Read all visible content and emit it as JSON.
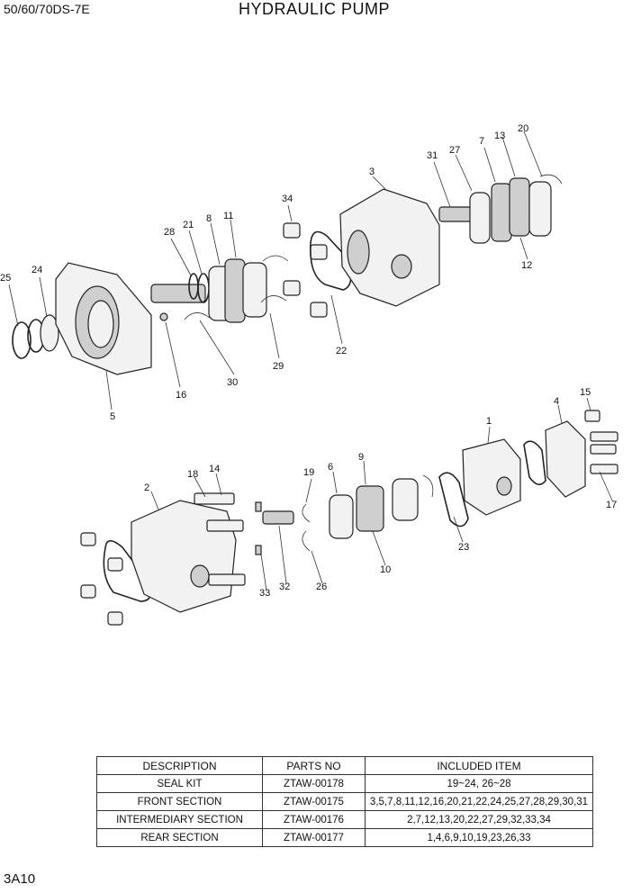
{
  "header": {
    "model": "50/60/70DS-7E",
    "title": "HYDRAULIC PUMP"
  },
  "page_number": "3A10",
  "callouts": [
    "1",
    "2",
    "3",
    "4",
    "5",
    "6",
    "7",
    "8",
    "9",
    "10",
    "11",
    "12",
    "13",
    "14",
    "15",
    "16",
    "17",
    "18",
    "19",
    "20",
    "21",
    "22",
    "23",
    "24",
    "25",
    "26",
    "27",
    "28",
    "29",
    "30",
    "31",
    "32",
    "33",
    "34"
  ],
  "table": {
    "headers": [
      "DESCRIPTION",
      "PARTS NO",
      "INCLUDED ITEM"
    ],
    "rows": [
      [
        "SEAL KIT",
        "ZTAW-00178",
        "19~24, 26~28"
      ],
      [
        "FRONT SECTION",
        "ZTAW-00175",
        "3,5,7,8,11,12,16,20,21,22,24,25,27,28,29,30,31"
      ],
      [
        "INTERMEDIARY SECTION",
        "ZTAW-00176",
        "2,7,12,13,20,22,27,29,32,33,34"
      ],
      [
        "REAR SECTION",
        "ZTAW-00177",
        "1,4,6,9,10,19,23,26,33"
      ]
    ]
  }
}
